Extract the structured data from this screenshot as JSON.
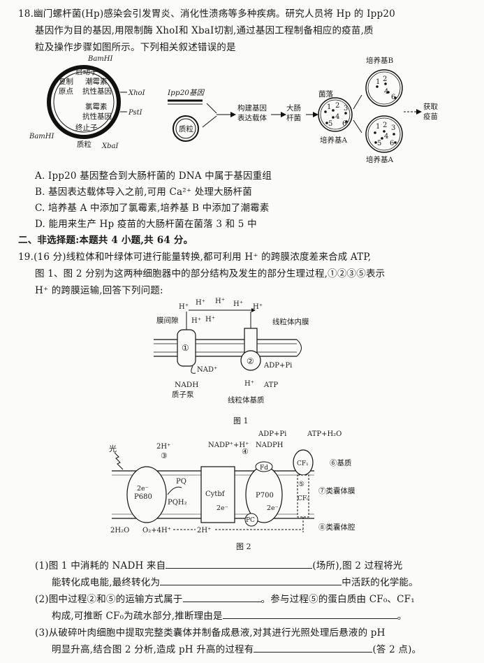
{
  "q18": {
    "line1": "18.幽门螺杆菌(Hp)感染会引发胃炎、消化性溃疡等多种疾病。研究人员将 Hp 的 Ipp20",
    "line2": "基因作为目的基因,用限制酶 XhoⅠ和 XbaⅠ切割,通过基因工程制备相应的疫苗,质",
    "line3": "粒及操作步骤如图所示。下列相关叙述错误的是",
    "figure": {
      "plasmid_labels": {
        "bamh1_top": "BamHⅠ",
        "promoter": "启动子",
        "replication_origin_1": "复制",
        "replication_origin_2": "原点",
        "neomycin_1": "潮霉素",
        "neomycin_2": "抗性基因",
        "chloramphenicol_1": "氯霉素",
        "chloramphenicol_2": "抗性基因",
        "terminator": "终止子",
        "bamh1_bottom": "BamHⅠ",
        "plasmid": "质粒",
        "xba": "XbaⅠ",
        "xho": "XhoⅠ",
        "pst": "PstⅠ"
      },
      "gene_label": "Ipp20基因",
      "plasmid_small": "质粒",
      "step1_1": "构建基因",
      "step1_2": "表达载体",
      "step2_1": "大肠",
      "step2_2": "杆菌",
      "colony": "菌落",
      "medium_a": "培养基A",
      "medium_b": "培养基B",
      "medium_a2": "培养基A",
      "obtain_1": "获取",
      "obtain_2": "疫苗",
      "dish_a_nums": [
        "1",
        "2",
        "3",
        "4",
        "5",
        "6"
      ],
      "dish_b_nums": [
        "1",
        "2",
        "4",
        "6"
      ],
      "dish_a2_nums": [
        "1",
        "2",
        "3",
        "4",
        "5",
        "6"
      ]
    },
    "options": [
      "A. Ipp20 基因整合到大肠杆菌的 DNA 中属于基因重组",
      "B. 基因表达载体导入之前,可用 Ca²⁺ 处理大肠杆菌",
      "C. 培养基 A 中添加了氯霉素,培养基 B 中添加了潮霉素",
      "D. 能用来生产 Hp 疫苗的大肠杆菌在菌落 3 和 5 中"
    ]
  },
  "section2": "二、非选择题:本题共 4 小题,共 64 分。",
  "q19": {
    "line1": "19.(16 分)线粒体和叶绿体可进行能量转换,都可利用 H⁺ 的跨膜浓度差来合成 ATP,",
    "line2": "图 1、图 2 分别为这两种细胞器中的部分结构及发生的部分生理过程,①②③⑤表示",
    "line3": "H⁺ 的跨膜运输,回答下列问题:",
    "fig1": {
      "title": "图 1",
      "h_plus": "H⁺",
      "intermembrane": "膜间隙",
      "inner_membrane": "线粒体内膜",
      "circle1": "①",
      "circle2": "②",
      "nad": "NAD⁺",
      "adp": "ADP+Pi",
      "nadh": "NADH",
      "proton_pump": "质子泵",
      "atp": "ATP",
      "matrix": "线粒体基质"
    },
    "fig2": {
      "title": "图 2",
      "light": "光",
      "h2": "2H⁺",
      "c3": "③",
      "nadp": "NADP⁺+H⁺",
      "c4": "④",
      "nadph": "NADPH",
      "adp": "ADP+Pi",
      "atp": "ATP+H₂O",
      "cf1": "CF₁",
      "cf0": "CF₀",
      "c5": "⑤",
      "stroma": "⑥基质",
      "thylakoid_membrane": "⑦类囊体膜",
      "lumen": "⑧类囊体腔",
      "p680": "P680",
      "p700": "P700",
      "pq": "PQ",
      "pqh2": "PQH₂",
      "cytbf": "Cytbf",
      "fd": "Fd",
      "pc": "PC",
      "e2": "2e⁻",
      "h2o": "2H₂O",
      "o2": "O₂+4H⁺",
      "h2b": "2H⁺"
    },
    "sub1_a": "(1)图 1 中消耗的 NADH 来自",
    "sub1_b": "(场所),图 2 过程将光",
    "sub1_c": "能转化成电能,最终转化为",
    "sub1_d": "中活跃的化学能。",
    "sub2_a": "(2)图中过程②和⑤的运输方式属于",
    "sub2_b": "。参与过程⑤的蛋白质由 CF₀、CF₁",
    "sub2_c": "构成,可推断 CF₀为疏水部分,推断理由是",
    "sub2_d": "。",
    "sub3_a": "(3)从破碎叶肉细胞中提取完整类囊体并制备成悬液,对其进行光照处理后悬液的 pH",
    "sub3_b": "明显升高,结合图 2 分析,造成 pH 升高的过程有",
    "sub3_c": "(答 2 点)。"
  }
}
